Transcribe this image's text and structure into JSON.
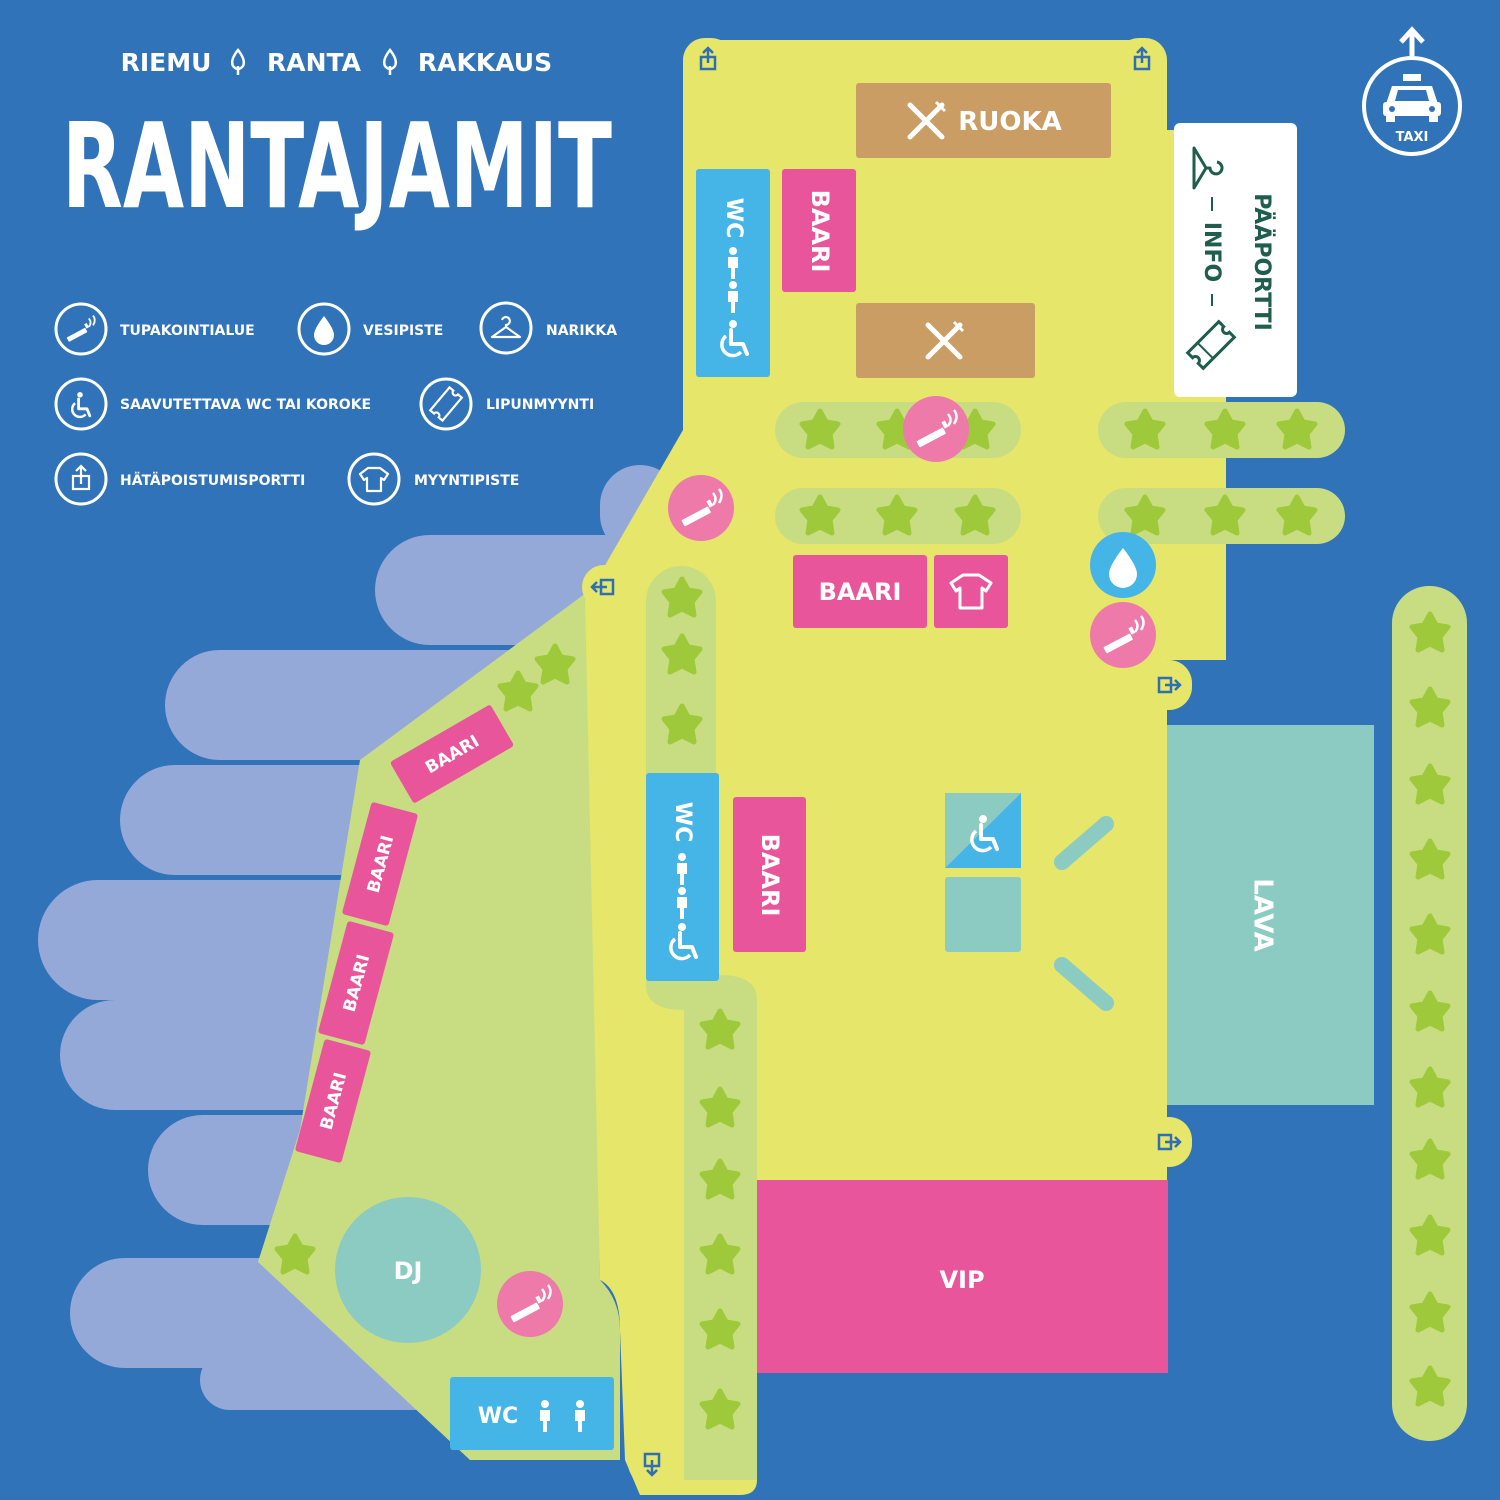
{
  "header": {
    "tagline": [
      "RIEMU",
      "RANTA",
      "RAKKAUS"
    ],
    "logo_text": "RANTAJAMIT"
  },
  "legend": {
    "items": [
      {
        "icon": "smoking-icon",
        "label": "TUPAKOINTIALUE"
      },
      {
        "icon": "water-drop-icon",
        "label": "VESIPISTE"
      },
      {
        "icon": "hanger-icon",
        "label": "NARIKKA"
      },
      {
        "icon": "wheelchair-icon",
        "label": "SAAVUTETTAVA WC TAI KOROKE"
      },
      {
        "icon": "ticket-icon",
        "label": "LIPUNMYYNTI"
      },
      {
        "icon": "emergency-exit-icon",
        "label": "HÄTÄPOISTUMISPORTTI"
      },
      {
        "icon": "tshirt-icon",
        "label": "MYYNTIPISTE"
      }
    ]
  },
  "areas": {
    "ruoka": "RUOKA",
    "baari": "BAARI",
    "wc": "WC",
    "vip": "VIP",
    "dj": "DJ",
    "lava": "LAVA",
    "gate_title": "PÄÄPORTTI",
    "gate_info": "INFO",
    "taxi": "TAXI"
  },
  "colors": {
    "background": "#3173b9",
    "festival_area": "#e5e66a",
    "green_area": "#c8dd82",
    "water": "#94a9d8",
    "food": "#c99d63",
    "bar": "#e8559a",
    "wc": "#45b4e6",
    "stage": "#8bcbc2",
    "tree": "#9dc93a",
    "smoking_spot": "#ee7aa9"
  }
}
